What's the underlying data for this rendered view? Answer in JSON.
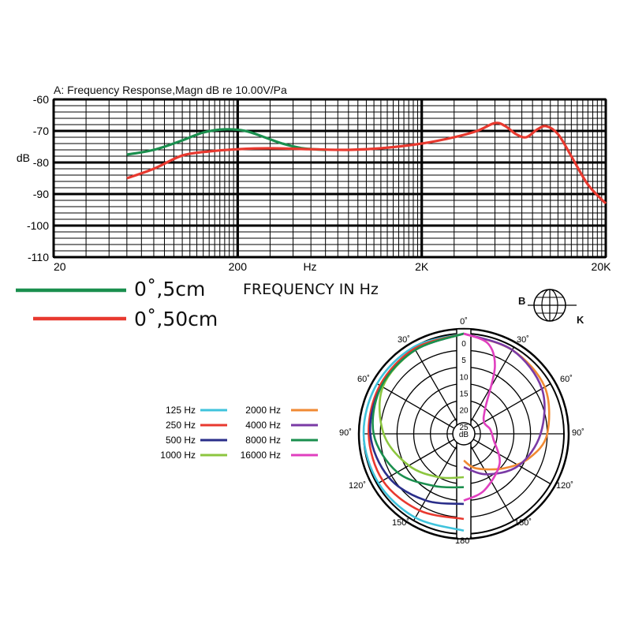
{
  "chart_data": [
    {
      "type": "line",
      "title": "A: Frequency Response,Magn dB re 10.00V/Pa",
      "ylabel": "dB",
      "xlabel": "FREQUENCY IN Hz",
      "x_unit_label": "Hz",
      "xscale": "log",
      "xlim": [
        20,
        20000
      ],
      "ylim": [
        -110,
        -60
      ],
      "yticks": [
        "-60",
        "-70",
        "-80",
        "-90",
        "-100",
        "-110"
      ],
      "xticks": [
        {
          "value": 20,
          "label": "20"
        },
        {
          "value": 200,
          "label": "200"
        },
        {
          "value": 2000,
          "label": "2K"
        },
        {
          "value": 20000,
          "label": "20K"
        }
      ],
      "grid": true,
      "series": [
        {
          "name": "0˚,5cm",
          "color": "#1a8f4e",
          "points": [
            [
              50,
              -77.5
            ],
            [
              70,
              -76
            ],
            [
              100,
              -73
            ],
            [
              130,
              -70.5
            ],
            [
              170,
              -69.5
            ],
            [
              220,
              -70
            ],
            [
              280,
              -72
            ],
            [
              350,
              -74
            ],
            [
              450,
              -75.5
            ],
            [
              600,
              -76
            ]
          ]
        },
        {
          "name": "0˚,50cm",
          "color": "#e8392f",
          "points": [
            [
              50,
              -85
            ],
            [
              70,
              -82
            ],
            [
              100,
              -77.8
            ],
            [
              140,
              -76.5
            ],
            [
              200,
              -75.8
            ],
            [
              300,
              -75.5
            ],
            [
              500,
              -75.8
            ],
            [
              800,
              -76
            ],
            [
              1200,
              -75.5
            ],
            [
              2000,
              -74
            ],
            [
              3000,
              -72
            ],
            [
              4000,
              -70
            ],
            [
              5000,
              -67.5
            ],
            [
              5700,
              -68.5
            ],
            [
              6500,
              -71
            ],
            [
              7400,
              -72
            ],
            [
              8500,
              -69.5
            ],
            [
              9500,
              -68.5
            ],
            [
              11000,
              -71
            ],
            [
              13000,
              -78
            ],
            [
              16000,
              -87
            ],
            [
              20000,
              -93
            ]
          ]
        }
      ]
    },
    {
      "type": "polar",
      "title": "",
      "angle_labels": [
        "0˚",
        "30˚",
        "60˚",
        "90˚",
        "120˚",
        "150˚",
        "180˚",
        "150˚",
        "120˚",
        "90˚",
        "60˚",
        "30˚"
      ],
      "radial_labels": [
        "0",
        "5",
        "10",
        "15",
        "20",
        "25",
        "dB"
      ],
      "series": [
        {
          "name": "125 Hz",
          "color": "#3fc3dc",
          "side": "left",
          "points": [
            [
              0,
              0
            ],
            [
              30,
              0
            ],
            [
              60,
              0
            ],
            [
              90,
              0
            ],
            [
              120,
              0.5
            ],
            [
              150,
              1
            ],
            [
              180,
              1
            ]
          ]
        },
        {
          "name": "250 Hz",
          "color": "#e8392f",
          "side": "left",
          "points": [
            [
              0,
              0
            ],
            [
              30,
              0.5
            ],
            [
              60,
              1
            ],
            [
              90,
              1.5
            ],
            [
              120,
              2
            ],
            [
              150,
              3.5
            ],
            [
              180,
              4.5
            ]
          ]
        },
        {
          "name": "500 Hz",
          "color": "#2a2e8a",
          "side": "left",
          "points": [
            [
              0,
              0
            ],
            [
              30,
              1
            ],
            [
              60,
              1.5
            ],
            [
              90,
              2
            ],
            [
              120,
              4
            ],
            [
              150,
              7
            ],
            [
              180,
              9
            ]
          ]
        },
        {
          "name": "1000 Hz",
          "color": "#8cc63f",
          "side": "left",
          "points": [
            [
              0,
              0
            ],
            [
              30,
              1
            ],
            [
              60,
              2
            ],
            [
              90,
              6
            ],
            [
              120,
              11
            ],
            [
              150,
              15
            ],
            [
              180,
              17
            ]
          ]
        },
        {
          "name": "2000 Hz",
          "color": "#f08a33",
          "side": "right",
          "points": [
            [
              0,
              0
            ],
            [
              30,
              1
            ],
            [
              60,
              2
            ],
            [
              90,
              5
            ],
            [
              110,
              9
            ],
            [
              130,
              14
            ],
            [
              160,
              19
            ],
            [
              180,
              22
            ]
          ]
        },
        {
          "name": "4000 Hz",
          "color": "#7a3aa5",
          "side": "right",
          "points": [
            [
              0,
              0
            ],
            [
              30,
              1
            ],
            [
              60,
              3
            ],
            [
              90,
              7
            ],
            [
              120,
              11
            ],
            [
              150,
              16
            ],
            [
              180,
              20
            ]
          ]
        },
        {
          "name": "8000 Hz",
          "color": "#1a8f4e",
          "side": "left",
          "points": [
            [
              0,
              0
            ],
            [
              30,
              1
            ],
            [
              60,
              1.5
            ],
            [
              90,
              3
            ],
            [
              120,
              7
            ],
            [
              150,
              12
            ],
            [
              180,
              14
            ]
          ]
        },
        {
          "name": "16000 Hz",
          "color": "#e03fbf",
          "side": "right",
          "points": [
            [
              0,
              0
            ],
            [
              15,
              2
            ],
            [
              25,
              8
            ],
            [
              40,
              20
            ],
            [
              60,
              23
            ],
            [
              80,
              22
            ],
            [
              100,
              21
            ],
            [
              130,
              16
            ],
            [
              160,
              12
            ],
            [
              180,
              10
            ]
          ]
        }
      ]
    }
  ],
  "legend_top": {
    "items": [
      {
        "label": "0˚,5cm",
        "color": "#1a8f4e"
      },
      {
        "label": "0˚,50cm",
        "color": "#e8392f"
      }
    ]
  },
  "mic_symbol": {
    "left": "B",
    "right": "K"
  },
  "polar_legend_left": [
    {
      "label": "125 Hz",
      "color": "#3fc3dc"
    },
    {
      "label": "250 Hz",
      "color": "#e8392f"
    },
    {
      "label": "500 Hz",
      "color": "#2a2e8a"
    },
    {
      "label": "1000 Hz",
      "color": "#8cc63f"
    }
  ],
  "polar_legend_right": [
    {
      "label": "2000 Hz",
      "color": "#f08a33"
    },
    {
      "label": "4000 Hz",
      "color": "#7a3aa5"
    },
    {
      "label": "8000 Hz",
      "color": "#1a8f4e"
    },
    {
      "label": "16000 Hz",
      "color": "#e03fbf"
    }
  ]
}
